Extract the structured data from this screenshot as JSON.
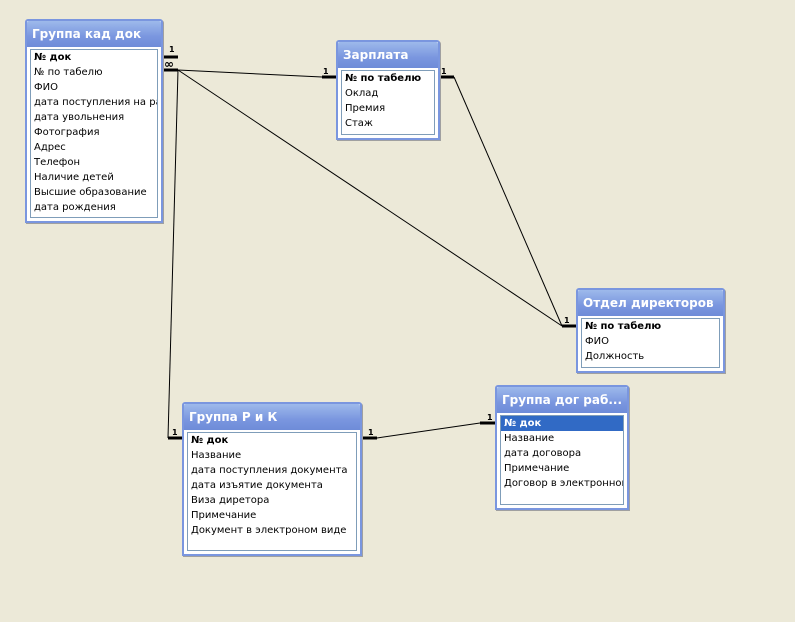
{
  "tables": {
    "kad": {
      "title": "Группа кад док",
      "fields": [
        "№ док",
        "№ по табелю",
        "ФИО",
        "дата поступления на раб",
        "дата увольнения",
        "Фотография",
        "Адрес",
        "Телефон",
        "Наличие детей",
        "Высшие образование",
        "дата рождения"
      ]
    },
    "zarplata": {
      "title": "Зарплата",
      "fields": [
        "№ по табелю",
        "Оклад",
        "Премия",
        "Стаж"
      ]
    },
    "otdel": {
      "title": "Отдел директоров",
      "fields": [
        "№ по табелю",
        "ФИО",
        "Должность"
      ]
    },
    "rk": {
      "title": "Группа Р и К",
      "fields": [
        "№ док",
        "Название",
        "дата поступления документа",
        "дата изъятие документа",
        "Виза диретора",
        "Примечание",
        "Документ в электроном виде"
      ]
    },
    "dog": {
      "title": "Группа дог раб...",
      "fields": [
        "№ док",
        "Название",
        "дата договора",
        "Примечание",
        "Договор в электронном"
      ]
    }
  },
  "cardinality": {
    "one": "1",
    "many": "∞"
  }
}
